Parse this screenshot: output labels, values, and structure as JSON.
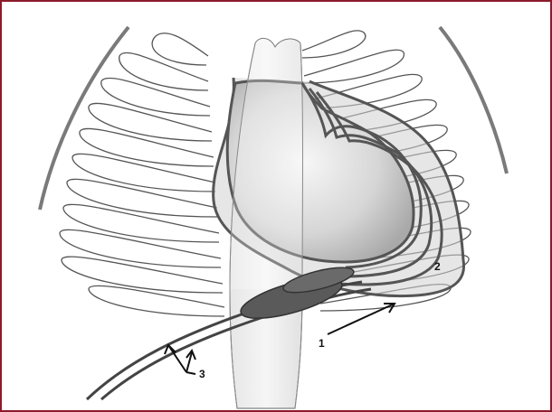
{
  "labels": {
    "one": "1",
    "two": "2",
    "three": "3"
  },
  "colors": {
    "frame": "#8b1a2b",
    "rib": "#555555",
    "outline": "#555555",
    "lead": "#444444",
    "device": "#5a5a5a"
  }
}
